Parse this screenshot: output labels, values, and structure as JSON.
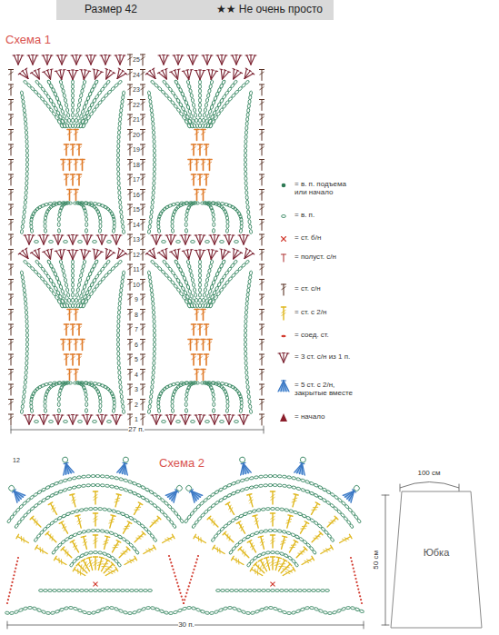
{
  "diagram": {
    "nodes": [
      {
        "text": [
          "Размер 42",
          "★★ Не очень просто"
        ]
      },
      {
        "text": [
          "Юбка"
        ]
      }
    ],
    "labels": [
      "Схема 1",
      "25",
      "24",
      "23",
      "22",
      "21",
      "20",
      "19",
      "18",
      "17",
      "16",
      "15",
      "14",
      "13",
      "12",
      "11",
      "10",
      "9",
      "8",
      "7",
      "6",
      "5",
      "4",
      "3",
      "2",
      "1",
      "27 п.",
      "12",
      "Схема 2",
      "30 п.",
      "100 см",
      "50 см"
    ],
    "legend": [
      {
        "text": "= в. п. подъема или начало"
      },
      {
        "text": "= в. п."
      },
      {
        "text": "= ст. б/н"
      },
      {
        "text": "= полуст. с/н"
      },
      {
        "text": "= ст. с/н"
      },
      {
        "text": "= ст. с 2/н"
      },
      {
        "text": "= соед. ст."
      },
      {
        "text": "= 3 ст. с/н из 1 п."
      },
      {
        "text": "= 5 ст. с 2/н, закрытые вместе"
      },
      {
        "text": "= начало"
      }
    ]
  }
}
